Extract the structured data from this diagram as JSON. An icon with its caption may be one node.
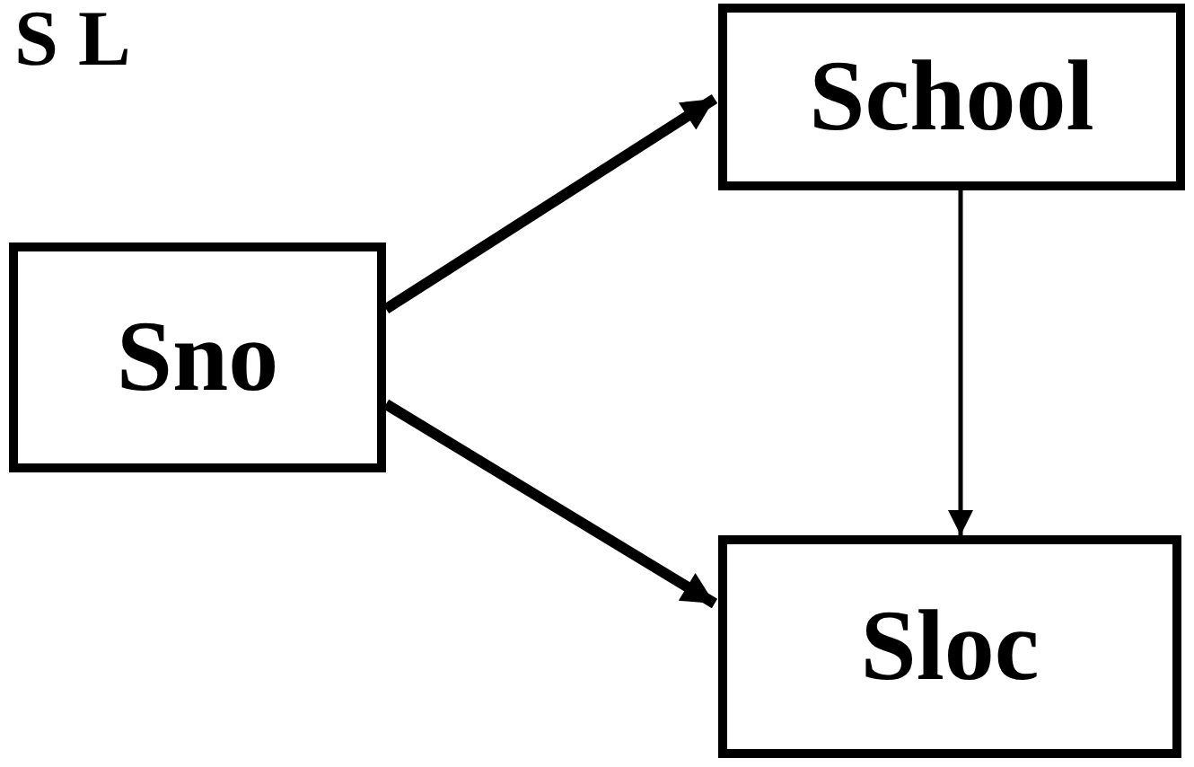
{
  "diagram": {
    "title": "S L",
    "nodes": [
      {
        "text": [
          "Sno"
        ]
      },
      {
        "text": [
          "School"
        ]
      },
      {
        "text": [
          "Sloc"
        ]
      }
    ],
    "edges": [
      {
        "from": 0,
        "to": 1,
        "arrow": "to"
      },
      {
        "from": 0,
        "to": 2,
        "arrow": "to"
      },
      {
        "from": 1,
        "to": 2,
        "arrow": "to"
      }
    ]
  }
}
